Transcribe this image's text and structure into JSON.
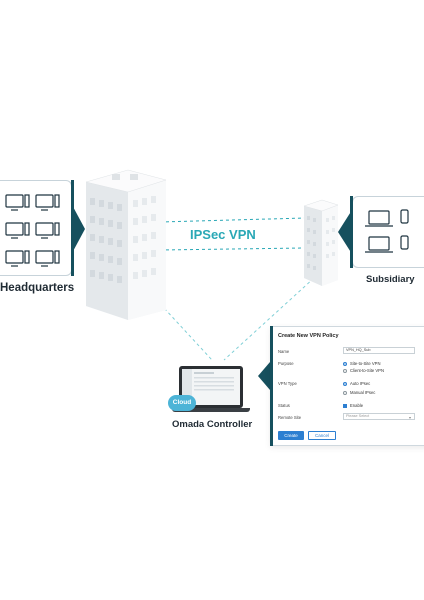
{
  "labels": {
    "vpn": "IPSec VPN",
    "headquarters": "Headquarters",
    "subsidiary": "Subsidiary",
    "omada_controller": "Omada Controller",
    "cloud": "Cloud"
  },
  "form": {
    "title": "Create New VPN Policy",
    "name_label": "Name",
    "name_value": "VPN_HQ_Sub",
    "purpose_label": "Purpose",
    "purpose_options": [
      "Site-to-Site VPN",
      "Client-to-Site VPN"
    ],
    "vpn_type_label": "VPN Type",
    "vpn_type_options": [
      "Auto IPsec",
      "Manual IPsec"
    ],
    "status_label": "Status",
    "status_option": "Enable",
    "remote_site_label": "Remote Site",
    "remote_site_placeholder": "Please Select",
    "create_label": "Create",
    "cancel_label": "Cancel"
  },
  "colors": {
    "accent_dark": "#16505e",
    "vpn_teal": "#2aa8b6",
    "button_blue": "#2c7fd1",
    "cloud_blue": "#4db4d7"
  }
}
